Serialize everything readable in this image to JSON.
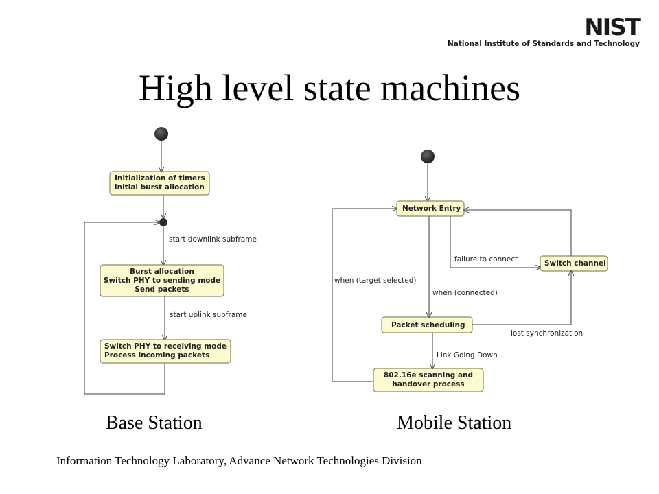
{
  "logo": {
    "mark": "NIST",
    "subtitle": "National Institute of Standards and Technology"
  },
  "title": "High level state machines",
  "base_station": {
    "caption": "Base Station",
    "nodes": {
      "init": [
        "Initialization of timers",
        "initial burst allocation"
      ],
      "burst": [
        "Burst allocation",
        "Switch PHY to sending mode",
        "Send packets"
      ],
      "receive": [
        "Switch PHY to receiving mode",
        "Process incoming packets"
      ]
    },
    "edges": {
      "downlink": "start downlink subframe",
      "uplink": "start uplink subframe"
    }
  },
  "mobile_station": {
    "caption": "Mobile Station",
    "nodes": {
      "network_entry": "Network Entry",
      "switch_channel": "Switch channel",
      "packet_scheduling": "Packet scheduling",
      "scanning": [
        "802.16e scanning and",
        "handover process"
      ]
    },
    "edges": {
      "failure": "failure to connect",
      "target_selected": "when (target selected)",
      "connected": "when (connected)",
      "lost_sync": "lost synchronization",
      "link_going_down": "Link Going Down"
    }
  },
  "footer": "Information Technology Laboratory, Advance Network Technologies Division",
  "colors": {
    "node_fill": "#fdfbd0",
    "node_stroke": "#8a8a6a",
    "line": "#666666",
    "initial": "#2b2b2b"
  }
}
